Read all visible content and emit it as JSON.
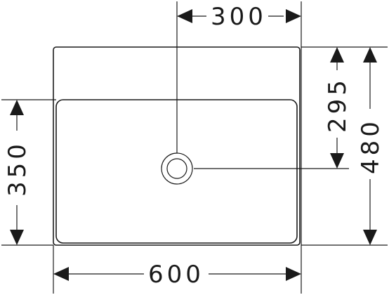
{
  "drawing": {
    "subject": "washbasin-top-view",
    "dimensions": {
      "total_width": "600",
      "half_width": "300",
      "total_depth": "480",
      "bowl_depth": "350",
      "drain_offset": "295"
    }
  }
}
